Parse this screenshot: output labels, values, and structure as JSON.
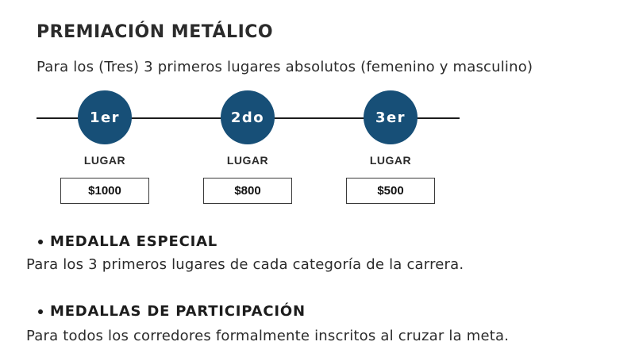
{
  "title": "PREMIACIÓN METÁLICO",
  "subtitle": "Para los (Tres) 3 primeros lugares absolutos (femenino y masculino)",
  "places": [
    {
      "rank": "1er",
      "label": "LUGAR",
      "prize": "$1000"
    },
    {
      "rank": "2do",
      "label": "LUGAR",
      "prize": "$800"
    },
    {
      "rank": "3er",
      "label": "LUGAR",
      "prize": "$500"
    }
  ],
  "sections": [
    {
      "heading": "MEDALLA ESPECIAL",
      "text": "Para los 3 primeros lugares de cada categoría de la carrera."
    },
    {
      "heading": "MEDALLAS DE PARTICIPACIÓN",
      "text": "Para todos los corredores formalmente inscritos al cruzar la meta."
    }
  ],
  "colors": {
    "circle": "#174f77",
    "text": "#2b2b2b"
  }
}
